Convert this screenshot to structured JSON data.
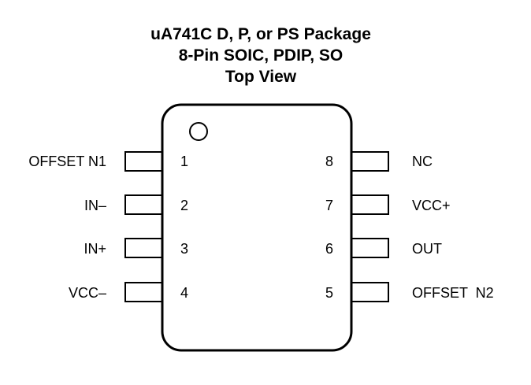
{
  "title": {
    "line1": "uA741C D, P, or PS Package",
    "line2": "8-Pin SOIC, PDIP, SO",
    "line3": "Top View"
  },
  "colors": {
    "outline": "#000000",
    "background": "#ffffff"
  },
  "pins": {
    "left": [
      {
        "number": "1",
        "label": "OFFSET N1"
      },
      {
        "number": "2",
        "label": "IN–"
      },
      {
        "number": "3",
        "label": "IN+"
      },
      {
        "number": "4",
        "label": "VCC–"
      }
    ],
    "right": [
      {
        "number": "8",
        "label": "NC"
      },
      {
        "number": "7",
        "label": "VCC+"
      },
      {
        "number": "6",
        "label": "OUT"
      },
      {
        "number": "5",
        "label": "OFFSET  N2"
      }
    ]
  }
}
